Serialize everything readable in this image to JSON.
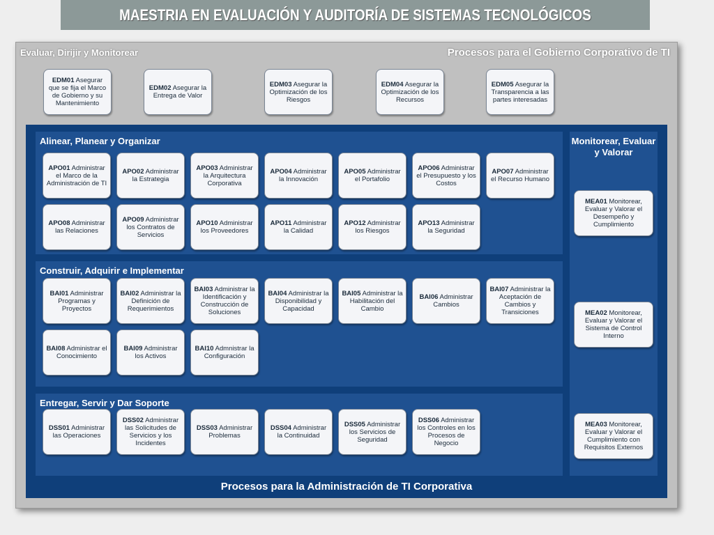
{
  "banner_title": "MAESTRIA EN EVALUACIÓN Y AUDITORÍA DE SISTEMAS TECNOLÓGICOS",
  "governance": {
    "left_title": "Evaluar, Dirijir y Monitorear",
    "right_title": "Procesos para el Gobierno Corporativo de TI",
    "items": [
      {
        "code": "EDM01",
        "text": "Asegurar que se fija el Marco de Gobierno y su Mantenimiento"
      },
      {
        "code": "EDM02",
        "text": "Asegurar la Entrega de Valor"
      },
      {
        "code": "EDM03",
        "text": "Asegurar la Optimización de los Riesgos"
      },
      {
        "code": "EDM04",
        "text": "Asegurar la Optimización de los Recursos"
      },
      {
        "code": "EDM05",
        "text": "Asegurar la Transparencia a las partes interesadas"
      }
    ]
  },
  "management_title": "Procesos para la Administración de TI Corporativa",
  "apo": {
    "title": "Alinear, Planear y Organizar",
    "items": [
      {
        "code": "APO01",
        "text": "Administrar el Marco de la Administración de TI"
      },
      {
        "code": "APO02",
        "text": "Administrar la Estrategia"
      },
      {
        "code": "APO03",
        "text": "Administrar la Arquitectura Corporativa"
      },
      {
        "code": "APO04",
        "text": "Administrar la Innovación"
      },
      {
        "code": "APO05",
        "text": "Administrar el Portafolio"
      },
      {
        "code": "APO06",
        "text": "Administrar el Presupuesto y los Costos"
      },
      {
        "code": "APO07",
        "text": "Administrar el Recurso Humano"
      },
      {
        "code": "APO08",
        "text": "Administrar las Relaciones"
      },
      {
        "code": "APO09",
        "text": "Administrar los Contratos de Servicios"
      },
      {
        "code": "APO10",
        "text": "Administrar los Proveedores"
      },
      {
        "code": "APO11",
        "text": "Administrar la Calidad"
      },
      {
        "code": "APO12",
        "text": "Administrar los Riesgos"
      },
      {
        "code": "APO13",
        "text": "Administrar la Seguridad"
      }
    ]
  },
  "bai": {
    "title": "Construir, Adquirir e Implementar",
    "items": [
      {
        "code": "BAI01",
        "text": "Administrar Programas y Proyectos"
      },
      {
        "code": "BAI02",
        "text": "Administrar la Definición de Requerimientos"
      },
      {
        "code": "BAI03",
        "text": "Administrar la Identificación y Construcción de Soluciones"
      },
      {
        "code": "BAI04",
        "text": "Administrar la Disponibilidad y Capacidad"
      },
      {
        "code": "BAI05",
        "text": "Administrar la Habilitación del Cambio"
      },
      {
        "code": "BAI06",
        "text": "Administrar Cambios"
      },
      {
        "code": "BAI07",
        "text": "Administrar la Aceptación de Cambios y Transiciones"
      },
      {
        "code": "BAI08",
        "text": "Administrar el Conocimiento"
      },
      {
        "code": "BAI09",
        "text": "Administrar los Activos"
      },
      {
        "code": "BAI10",
        "text": "Admnistrar la Configuración"
      }
    ]
  },
  "dss": {
    "title": "Entregar, Servir y Dar Soporte",
    "items": [
      {
        "code": "DSS01",
        "text": "Administrar las Operaciones"
      },
      {
        "code": "DSS02",
        "text": "Administrar las Solicitudes de Servicios y los Incidentes"
      },
      {
        "code": "DSS03",
        "text": "Administrar Problemas"
      },
      {
        "code": "DSS04",
        "text": "Administrar la Continuidad"
      },
      {
        "code": "DSS05",
        "text": "Administrar los Servicios de Seguridad"
      },
      {
        "code": "DSS06",
        "text": "Administrar los Controles en los Procesos de Negocio"
      }
    ]
  },
  "mea": {
    "title": "Monitorear, Evaluar y Valorar",
    "items": [
      {
        "code": "MEA01",
        "text": "Monitorear, Evaluar y Valorar el Desempeño y Cumplimiento"
      },
      {
        "code": "MEA02",
        "text": "Monitorear, Evaluar y Valorar el Sistema de Control Interno"
      },
      {
        "code": "MEA03",
        "text": "Monitorear, Evaluar y Valorar el Cumplimiento con Requisitos Externos"
      }
    ]
  }
}
